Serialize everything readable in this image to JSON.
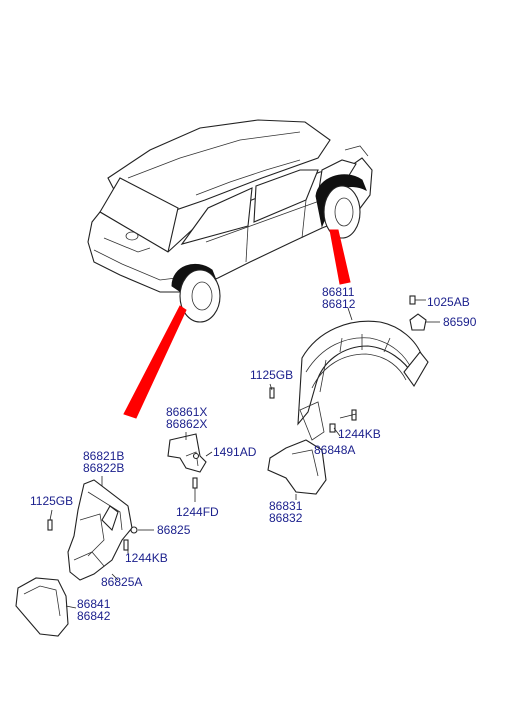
{
  "colors": {
    "label_text": "#1a1f8c",
    "pointer": "#ff0000",
    "line": "#222222"
  },
  "labels": [
    {
      "id": "86811",
      "text": "86811"
    },
    {
      "id": "86812",
      "text": "86812"
    },
    {
      "id": "1025AB",
      "text": "1025AB"
    },
    {
      "id": "86590",
      "text": "86590"
    },
    {
      "id": "1125GB_rear",
      "text": "1125GB"
    },
    {
      "id": "86861X",
      "text": "86861X"
    },
    {
      "id": "86862X",
      "text": "86862X"
    },
    {
      "id": "1244KB_rear",
      "text": "1244KB"
    },
    {
      "id": "86848A",
      "text": "86848A"
    },
    {
      "id": "1491AD",
      "text": "1491AD"
    },
    {
      "id": "86821B",
      "text": "86821B"
    },
    {
      "id": "86822B",
      "text": "86822B"
    },
    {
      "id": "1125GB_front",
      "text": "1125GB"
    },
    {
      "id": "86825",
      "text": "86825"
    },
    {
      "id": "1244FD",
      "text": "1244FD"
    },
    {
      "id": "86831",
      "text": "86831"
    },
    {
      "id": "86832",
      "text": "86832"
    },
    {
      "id": "1244KB_front",
      "text": "1244KB"
    },
    {
      "id": "86825A",
      "text": "86825A"
    },
    {
      "id": "86841",
      "text": "86841"
    },
    {
      "id": "86842",
      "text": "86842"
    }
  ]
}
